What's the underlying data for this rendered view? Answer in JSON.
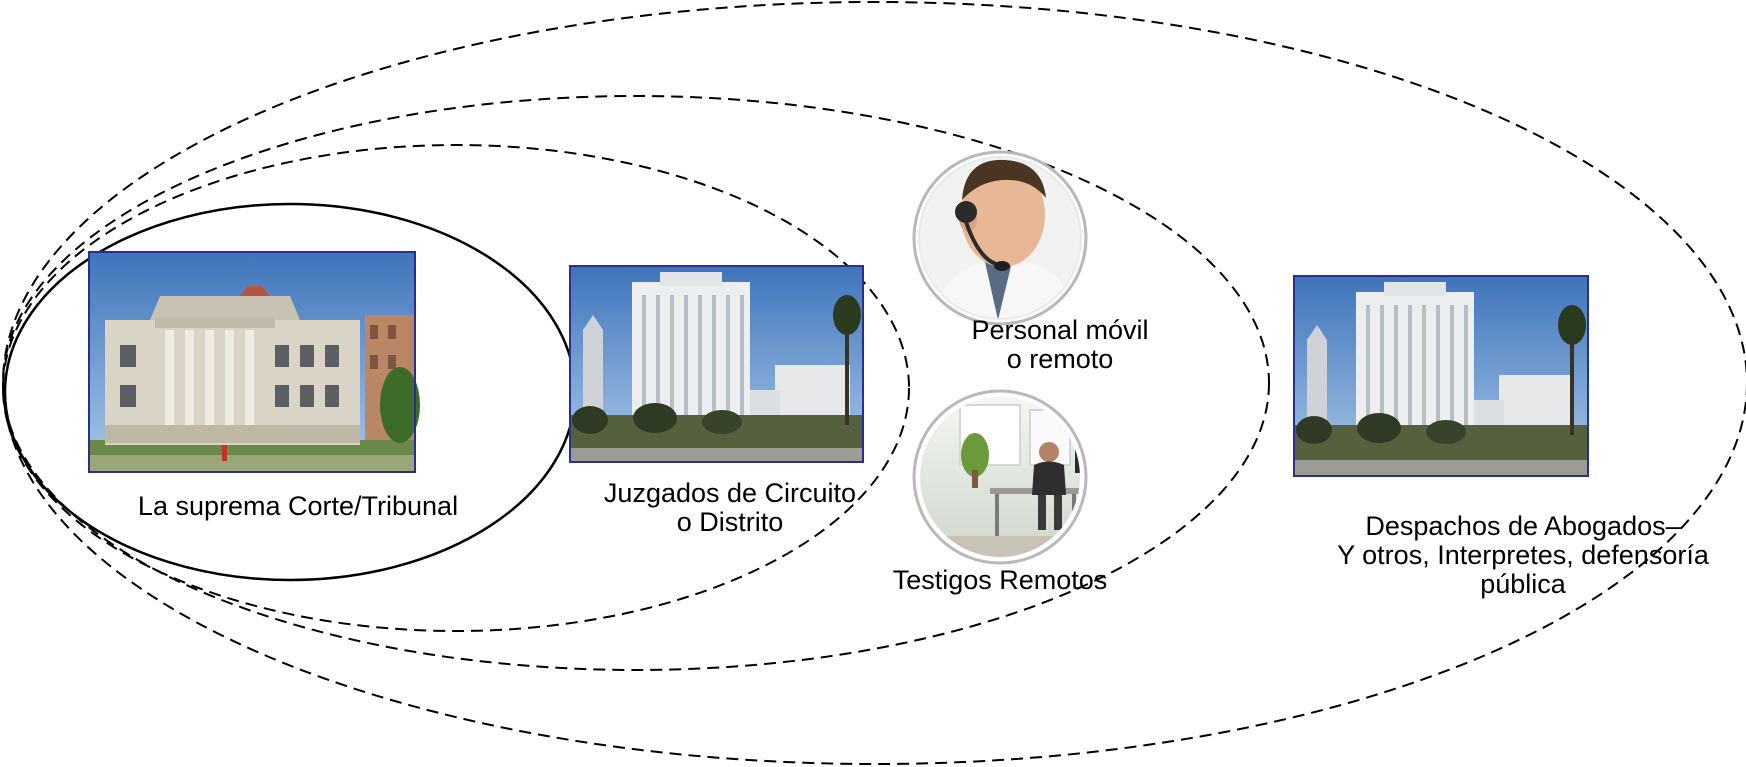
{
  "labels": {
    "supreme_court": "La suprema Corte/Tribunal",
    "circuit_courts": [
      "Juzgados de Circuito",
      "o Distrito"
    ],
    "mobile_staff": [
      "Personal móvil",
      "o remoto"
    ],
    "remote_witnesses": "Testigos Remotos",
    "law_offices": [
      "Despachos de Abogados–",
      "Y otros, Interpretes, defensoría",
      "pública"
    ]
  },
  "icons": {
    "supreme_court_photo": "courthouse-photo",
    "circuit_courts_photo": "city-buildings-photo",
    "mobile_staff_photo": "headset-operator-photo",
    "remote_witnesses_photo": "office-worker-photo",
    "law_offices_photo": "city-buildings-photo"
  },
  "colors": {
    "ellipse_stroke": "#000000",
    "photo_border": "#2a2f8f",
    "sky": "#4d86c8"
  }
}
